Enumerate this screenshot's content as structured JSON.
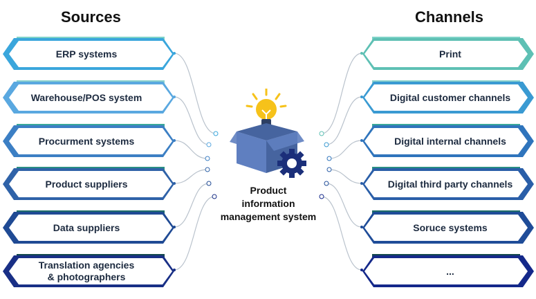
{
  "sources": {
    "heading": "Sources",
    "items": [
      {
        "label": "ERP systems",
        "color": "#3aa6dc",
        "accent": "#7fd3c8"
      },
      {
        "label": "Warehouse/POS system",
        "color": "#5aa8e0",
        "accent": "#8bd2cc"
      },
      {
        "label": "Procurment systems",
        "color": "#3c7fc4",
        "accent": "#3aa89a"
      },
      {
        "label": "Product suppliers",
        "color": "#2f62a8",
        "accent": "#2a8e84"
      },
      {
        "label": "Data suppliers",
        "color": "#1f4a94",
        "accent": "#1e6d6a"
      },
      {
        "label": "Translation agencies\n& photographers",
        "color": "#192f86",
        "accent": "#154a4e"
      }
    ]
  },
  "channels": {
    "heading": "Channels",
    "items": [
      {
        "label": "Print",
        "color": "#5ec0b4",
        "accent": "#7fd3c8"
      },
      {
        "label": "Digital customer channels",
        "color": "#3a9ad2",
        "accent": "#8bd2cc"
      },
      {
        "label": "Digital internal channels",
        "color": "#2f74bc",
        "accent": "#3aa89a"
      },
      {
        "label": "Digital third party channels",
        "color": "#2a5ea8",
        "accent": "#2a8e84"
      },
      {
        "label": "Soruce systems",
        "color": "#1f4c98",
        "accent": "#1e6d6a"
      },
      {
        "label": "...",
        "color": "#14288a",
        "accent": "#154a4e"
      }
    ]
  },
  "hub": {
    "label": "Product\ninformation\nmanagement system",
    "icons": [
      "lightbulb-icon",
      "box-icon",
      "gear-icon"
    ],
    "colors": {
      "box": "#5f7fc0",
      "box_dark": "#46649f",
      "bulb": "#f6c21a",
      "gear": "#1b2f7a"
    }
  },
  "connector_color": "#b9c2cc"
}
